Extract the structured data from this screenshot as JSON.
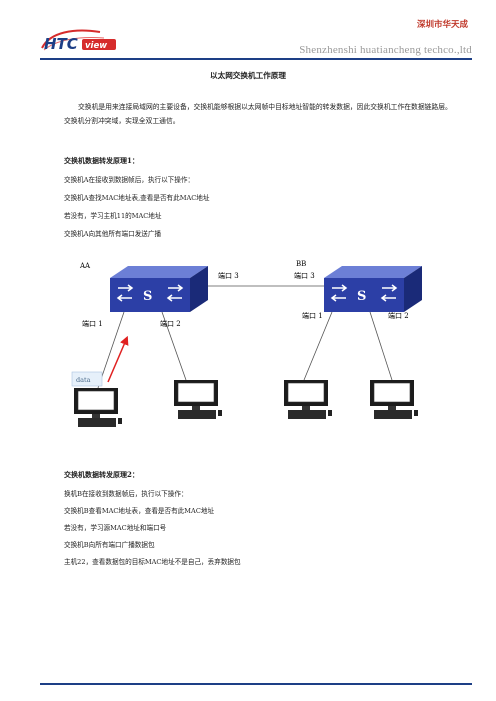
{
  "header": {
    "logo_text": "HTCview",
    "company_cn": "深圳市华天成",
    "company_en": "Shenzhenshi huatiancheng techco.,ltd"
  },
  "title": "以太网交换机工作原理",
  "intro": "交换机是用来连接局域网的主要设备，交换机能够根据以太网帧中目标地址智能的转发数据，因此交换机工作在数据链路层。 交换机分割冲突域，实现全双工通信。",
  "section1": {
    "heading": "交换机数据转发原理1：",
    "lines": [
      "交换机A在接收到数据帧后，执行以下操作：",
      "交换机A查找MAC地址表,查看是否有此MAC地址",
      "若没有，学习主机11的MAC地址",
      "交换机A向其他所有端口发送广播"
    ]
  },
  "diagram": {
    "switch_a_name": "AA",
    "switch_b_name": "BB",
    "switch_glyph": "S",
    "a_port3": "端口 3",
    "a_port1": "端口 1",
    "a_port2": "端口 2",
    "b_port3": "端口 3",
    "b_port1": "端口 1",
    "b_port2": "端口 2",
    "data_label": "data",
    "switch_color": "#2c3fa6",
    "arrow_color": "#e02020"
  },
  "section2": {
    "heading": "交换机数据转发原理2：",
    "lines": [
      "换机B在接收到数据帧后，执行以下操作：",
      "交换机B查看MAC地址表，查看是否有此MAC地址",
      "若没有，学习源MAC地址和端口号",
      "交换机B向所有端口广播数据包",
      "主机22，查看数据包的目标MAC地址不是自己，丢弃数据包"
    ]
  }
}
